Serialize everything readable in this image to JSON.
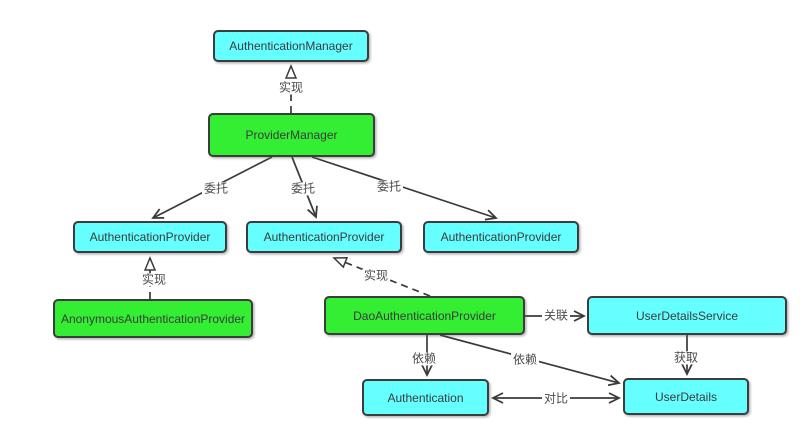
{
  "diagram": {
    "nodes": [
      {
        "id": "authentication-manager",
        "label": "AuthenticationManager",
        "kind": "interface",
        "fill": "#66FFFF"
      },
      {
        "id": "provider-manager",
        "label": "ProviderManager",
        "kind": "class",
        "fill": "#33EE33"
      },
      {
        "id": "authentication-provider-1",
        "label": "AuthenticationProvider",
        "kind": "interface",
        "fill": "#66FFFF"
      },
      {
        "id": "authentication-provider-2",
        "label": "AuthenticationProvider",
        "kind": "interface",
        "fill": "#66FFFF"
      },
      {
        "id": "authentication-provider-3",
        "label": "AuthenticationProvider",
        "kind": "interface",
        "fill": "#66FFFF"
      },
      {
        "id": "anonymous-authentication-provider",
        "label": "AnonymousAuthenticationProvider",
        "kind": "class",
        "fill": "#33EE33"
      },
      {
        "id": "dao-authentication-provider",
        "label": "DaoAuthenticationProvider",
        "kind": "class",
        "fill": "#33EE33"
      },
      {
        "id": "user-details-service",
        "label": "UserDetailsService",
        "kind": "interface",
        "fill": "#66FFFF"
      },
      {
        "id": "authentication",
        "label": "Authentication",
        "kind": "interface",
        "fill": "#66FFFF"
      },
      {
        "id": "user-details",
        "label": "UserDetails",
        "kind": "interface",
        "fill": "#66FFFF"
      }
    ],
    "edges": [
      {
        "label": "实现",
        "from": "provider-manager",
        "to": "authentication-manager",
        "line": "dashed",
        "arrow": "hollow-triangle"
      },
      {
        "label": "委托",
        "from": "provider-manager",
        "to": "authentication-provider-1",
        "line": "solid",
        "arrow": "open"
      },
      {
        "label": "委托",
        "from": "provider-manager",
        "to": "authentication-provider-2",
        "line": "solid",
        "arrow": "open"
      },
      {
        "label": "委托",
        "from": "provider-manager",
        "to": "authentication-provider-3",
        "line": "solid",
        "arrow": "open"
      },
      {
        "label": "实现",
        "from": "anonymous-authentication-provider",
        "to": "authentication-provider-1",
        "line": "dashed",
        "arrow": "hollow-triangle"
      },
      {
        "label": "实现",
        "from": "dao-authentication-provider",
        "to": "authentication-provider-2",
        "line": "dashed",
        "arrow": "hollow-triangle"
      },
      {
        "label": "关联",
        "from": "dao-authentication-provider",
        "to": "user-details-service",
        "line": "solid",
        "arrow": "open"
      },
      {
        "label": "依赖",
        "from": "dao-authentication-provider",
        "to": "authentication",
        "line": "solid",
        "arrow": "open"
      },
      {
        "label": "依赖",
        "from": "dao-authentication-provider",
        "to": "user-details",
        "line": "solid",
        "arrow": "open"
      },
      {
        "label": "获取",
        "from": "user-details-service",
        "to": "user-details",
        "line": "solid",
        "arrow": "open"
      },
      {
        "label": "对比",
        "from": "authentication",
        "to": "user-details",
        "line": "solid",
        "arrow": "double-open"
      }
    ],
    "colors": {
      "node_cyan": "#66FFFF",
      "node_green": "#33EE33",
      "node_border": "#3C3C3C",
      "edge_stroke": "#3A3A3A",
      "label_text": "#4A4A4A",
      "background": "#FFFFFF"
    }
  }
}
